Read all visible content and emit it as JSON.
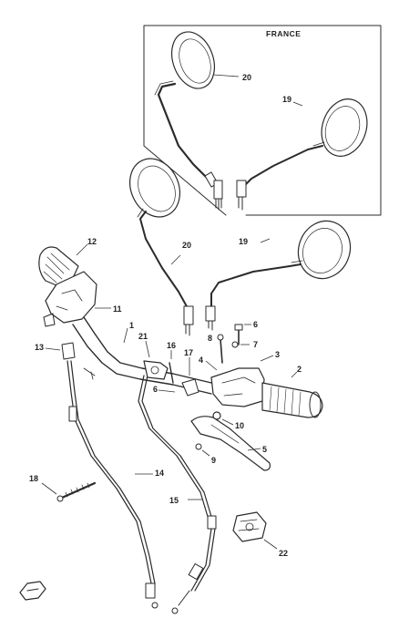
{
  "region_label": "FRANCE",
  "callouts": {
    "c1": "1",
    "c2": "2",
    "c3": "3",
    "c4": "4",
    "c5": "5",
    "c6": "6",
    "c7": "7",
    "c8": "8",
    "c9": "9",
    "c10": "10",
    "c11": "11",
    "c12": "12",
    "c13": "13",
    "c14": "14",
    "c15": "15",
    "c16": "16",
    "c17": "17",
    "c18": "18",
    "c19a": "19",
    "c19b": "19",
    "c20a": "20",
    "c20b": "20",
    "c21": "21",
    "c22": "22"
  },
  "icons": {
    "front_arrow": "front-direction-arrow-icon"
  }
}
